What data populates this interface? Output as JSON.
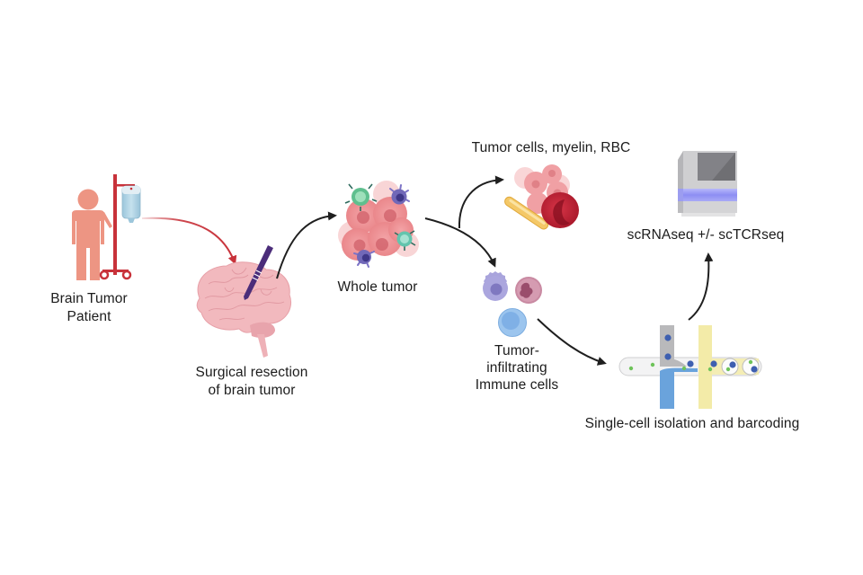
{
  "diagram": {
    "type": "workflow",
    "title": "",
    "colors": {
      "patient": "#ed9583",
      "iv_pole": "#c8323a",
      "iv_bag": "#a9d0e3",
      "patient_arrow": "#c8323a",
      "arrow": "#1f1f1f",
      "brain": "#f1b7bd",
      "scalpel": "#4b2d7a",
      "tumor_cell": "#ec8a8f",
      "tumor_nucleus": "#cf5f68",
      "t_cell_green": "#5fbf8e",
      "dendritic_purple": "#7168b8",
      "rbc": "#c21f34",
      "myelin": "#f4c867",
      "macrophage": "#a9a4dc",
      "neutrophil": "#c98aa2",
      "lymphocyte": "#9cc5ee",
      "sequencer_body": "#c9c9cb",
      "sequencer_band": "#8e8ff0",
      "chip_gray": "#b9b9bb",
      "chip_blue": "#6aa3dc",
      "chip_yellow": "#f3eba8",
      "bead_blue": "#3e5fb0",
      "bead_green": "#6ec35a"
    },
    "nodes": [
      {
        "id": "patient",
        "label_lines": [
          "Brain Tumor",
          "Patient"
        ],
        "icon": "patient-with-iv-pole-icon"
      },
      {
        "id": "resection",
        "label_lines": [
          "Surgical resection",
          "of brain tumor"
        ],
        "icon": "brain-with-scalpel-icon"
      },
      {
        "id": "whole_tumor",
        "label_lines": [
          "Whole tumor"
        ],
        "icon": "tumor-cell-cluster-icon"
      },
      {
        "id": "debris",
        "label_lines": [
          "Tumor cells, myelin, RBC"
        ],
        "icon": "tumor-myelin-rbc-icon"
      },
      {
        "id": "immune",
        "label_lines": [
          "Tumor-",
          "infiltrating",
          "Immune cells"
        ],
        "icon": "immune-cells-icon"
      },
      {
        "id": "isolation",
        "label_lines": [
          "Single-cell isolation and barcoding"
        ],
        "icon": "microfluidic-chip-icon"
      },
      {
        "id": "sequencing",
        "label_lines": [
          "scRNAseq +/- scTCRseq"
        ],
        "icon": "sequencer-icon"
      }
    ],
    "edges": [
      {
        "from": "patient",
        "to": "resection",
        "color": "red"
      },
      {
        "from": "resection",
        "to": "whole_tumor",
        "color": "black"
      },
      {
        "from": "whole_tumor",
        "to": "debris",
        "color": "black"
      },
      {
        "from": "whole_tumor",
        "to": "immune",
        "color": "black"
      },
      {
        "from": "immune",
        "to": "isolation",
        "color": "black"
      },
      {
        "from": "isolation",
        "to": "sequencing",
        "color": "black"
      }
    ]
  }
}
